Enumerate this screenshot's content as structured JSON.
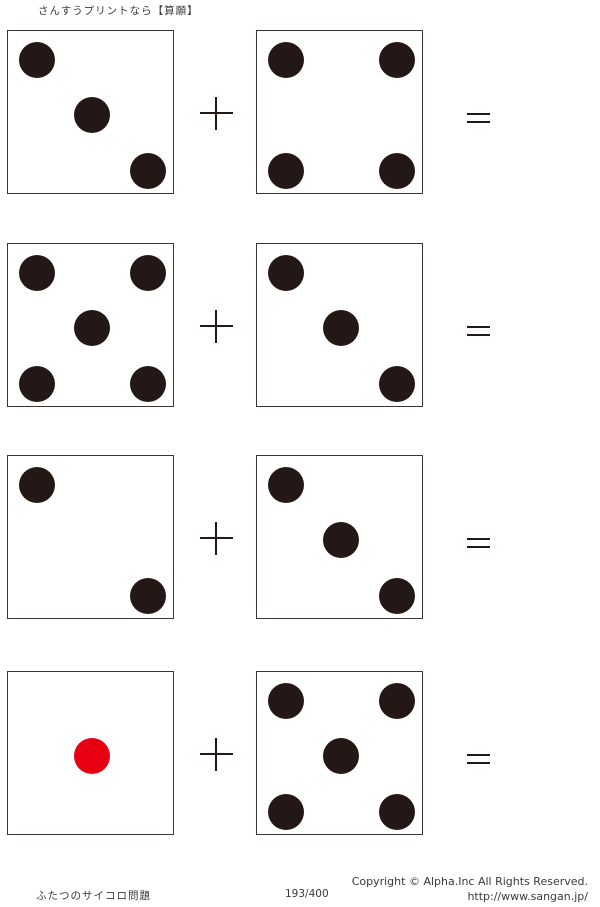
{
  "header": {
    "title": "さんすうプリントなら【算願】"
  },
  "colors": {
    "pip": "#231815",
    "pip_highlight": "#e60012",
    "border": "#3a3433"
  },
  "problems": [
    {
      "left_die": 3,
      "operator": "+",
      "right_die": 4,
      "equals": "="
    },
    {
      "left_die": 5,
      "operator": "+",
      "right_die": 3,
      "equals": "="
    },
    {
      "left_die": 2,
      "operator": "+",
      "right_die": 3,
      "equals": "="
    },
    {
      "left_die": 1,
      "operator": "+",
      "right_die": 5,
      "equals": "="
    }
  ],
  "footer": {
    "worksheet_title": "ふたつのサイコロ問題",
    "page_number": "193/400",
    "copyright": "Copyright ©  Alpha.Inc All Rights Reserved.",
    "url": "http://www.sangan.jp/"
  }
}
